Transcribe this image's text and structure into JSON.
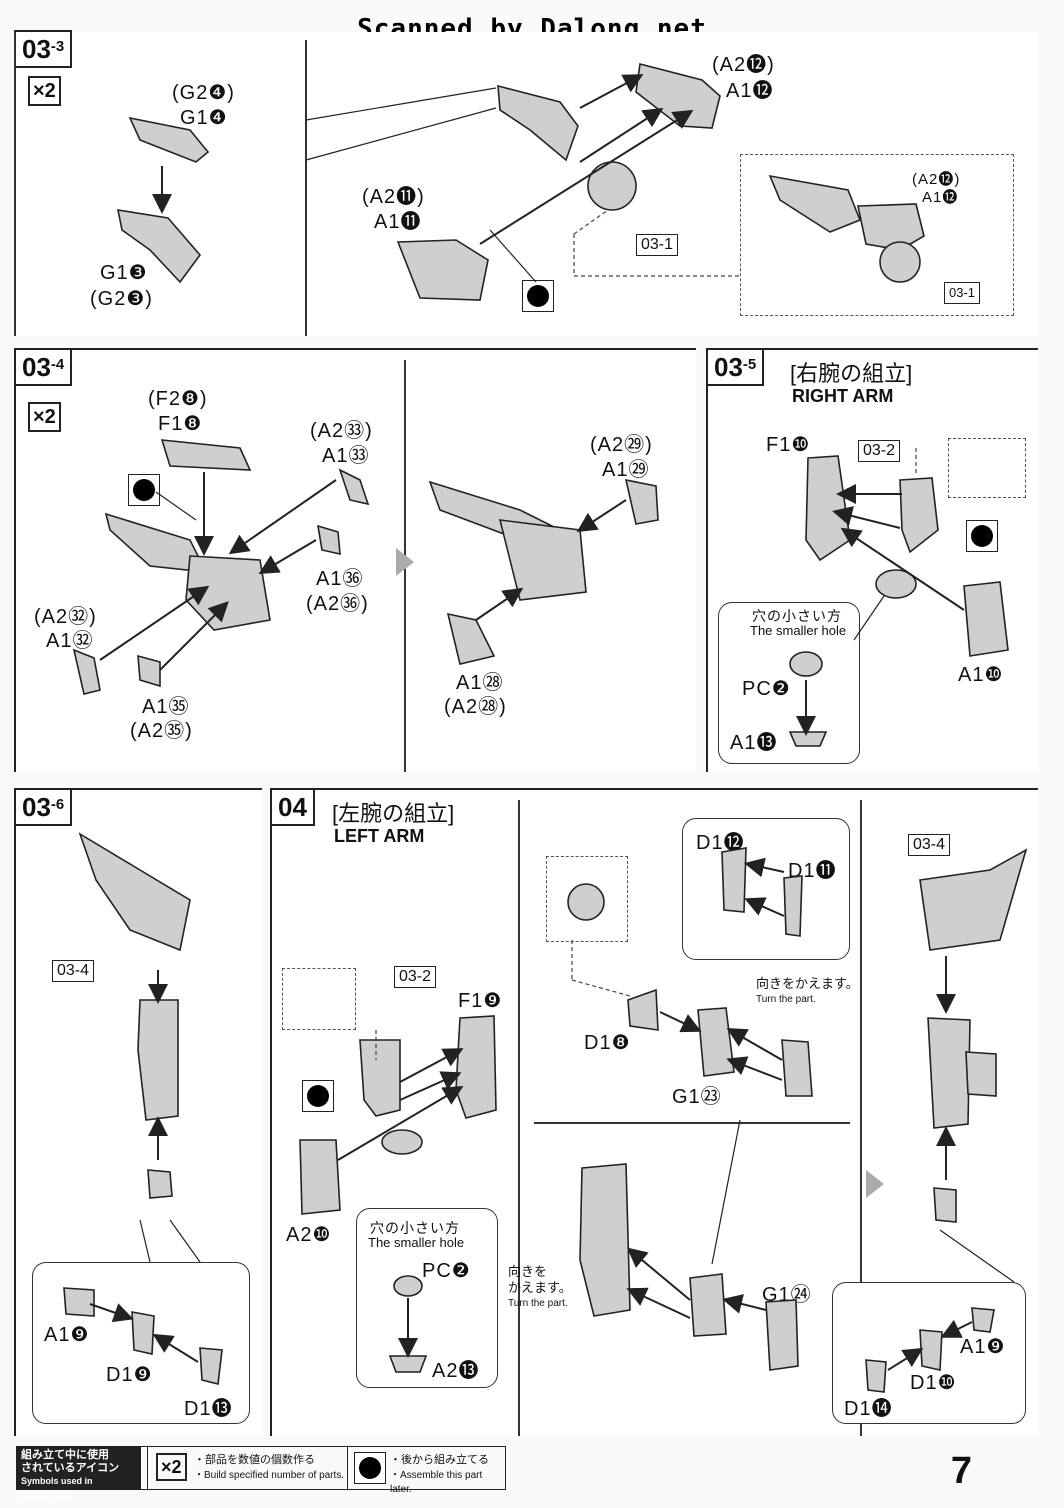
{
  "watermark": "Scanned by Dalong.net",
  "page_number": "7",
  "steps": {
    "s3_3": {
      "number": "03",
      "sub": "-3",
      "multiplier": "×2",
      "labels": {
        "g2_4": "(G2❹)",
        "g1_4": "G1❹",
        "g1_3": "G1❸",
        "g2_3": "(G2❸)",
        "a2_12": "(A2⓬)",
        "a1_12": "A1⓬",
        "a2_11": "(A2⓫)",
        "a1_11": "A1⓫",
        "ref_03_1": "03-1",
        "inset_a2_12": "(A2⓬)",
        "inset_a1_12": "A1⓬",
        "inset_ref": "03-1"
      }
    },
    "s3_4": {
      "number": "03",
      "sub": "-4",
      "multiplier": "×2",
      "labels": {
        "f2_8": "(F2❽)",
        "f1_8": "F1❽",
        "a2_33": "(A2㉝)",
        "a1_33": "A1㉝",
        "a1_36": "A1㊱",
        "a2_36": "(A2㊱)",
        "a2_32": "(A2㉜)",
        "a1_32": "A1㉜",
        "a1_35": "A1㉟",
        "a2_35": "(A2㉟)",
        "a2_29": "(A2㉙)",
        "a1_29": "A1㉙",
        "a1_28": "A1㉘",
        "a2_28": "(A2㉘)"
      }
    },
    "s3_5": {
      "number": "03",
      "sub": "-5",
      "title_jp": "[右腕の組立]",
      "title_en": "RIGHT ARM",
      "labels": {
        "f1_10": "F1❿",
        "ref_03_2": "03-2",
        "a1_10": "A1❿",
        "hole_jp": "穴の小さい方",
        "hole_en": "The smaller hole",
        "pc2": "PC❷",
        "a1_13": "A1⓭"
      }
    },
    "s3_6": {
      "number": "03",
      "sub": "-6",
      "labels": {
        "ref_03_4": "03-4",
        "a1_9": "A1❾",
        "d1_9": "D1❾",
        "d1_13": "D1⓭"
      }
    },
    "s4": {
      "number": "04",
      "title_jp": "[左腕の組立]",
      "title_en": "LEFT ARM",
      "labels": {
        "ref_03_2": "03-2",
        "f1_9": "F1❾",
        "a2_10": "A2❿",
        "hole_jp": "穴の小さい方",
        "hole_en": "The smaller hole",
        "pc2": "PC❷",
        "a2_13": "A2⓭",
        "d1_12": "D1⓬",
        "d1_11": "D1⓫",
        "turn_jp": "向きをかえます。",
        "turn_en": "Turn the part.",
        "d1_8": "D1❽",
        "g1_23": "G1㉓",
        "turn2_jp1": "向きを",
        "turn2_jp2": "かえます。",
        "turn2_en": "Turn the part.",
        "g1_24": "G1㉔",
        "ref_03_4": "03-4",
        "a1_9": "A1❾",
        "d1_10": "D1❿",
        "d1_14": "D1⓮"
      }
    }
  },
  "legend": {
    "head_jp1": "組み立て中に使用",
    "head_jp2": "されているアイコン",
    "head_en": "Symbols used in instructions",
    "x2_icon": "×2",
    "x2_jp": "・部品を数値の個数作る",
    "x2_en": "・Build specified number of parts.",
    "later_jp": "・後から組み立てる",
    "later_en": "・Assemble this part later."
  }
}
